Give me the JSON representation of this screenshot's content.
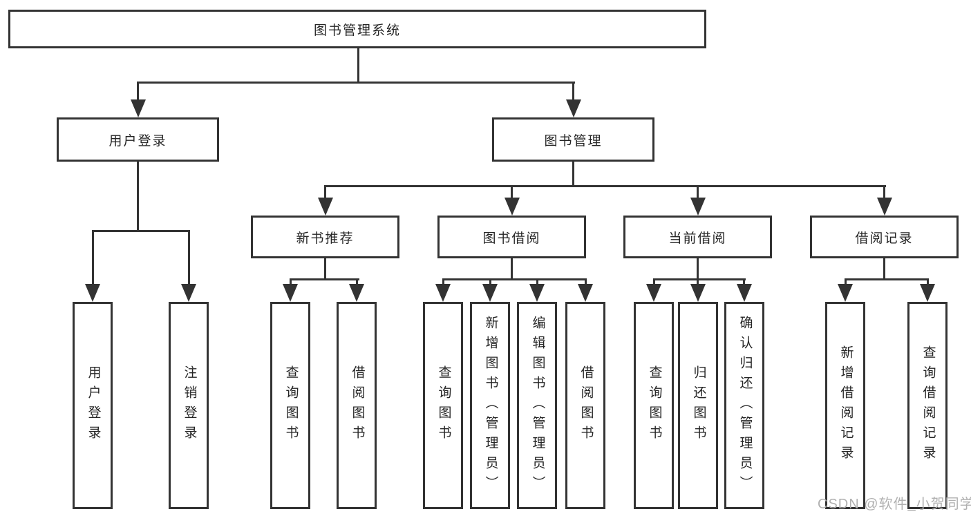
{
  "diagram": {
    "title": "图书管理系统",
    "watermark": "CSDN @软件_小贺同学",
    "colors": {
      "line": "#333333",
      "box_border": "#333333",
      "box_background": "#ffffff",
      "text": "#252525",
      "watermark": "#b0b0b0",
      "background": "#ffffff"
    },
    "tree": {
      "label": "图书管理系统",
      "children": [
        {
          "label": "用户登录",
          "children": [
            {
              "label": "用户登录"
            },
            {
              "label": "注销登录"
            }
          ]
        },
        {
          "label": "图书管理",
          "children": [
            {
              "label": "新书推荐",
              "children": [
                {
                  "label": "查询图书"
                },
                {
                  "label": "借阅图书"
                }
              ]
            },
            {
              "label": "图书借阅",
              "children": [
                {
                  "label": "查询图书"
                },
                {
                  "label": "新增图书（管理员）"
                },
                {
                  "label": "编辑图书（管理员）"
                },
                {
                  "label": "借阅图书"
                }
              ]
            },
            {
              "label": "当前借阅",
              "children": [
                {
                  "label": "查询图书"
                },
                {
                  "label": "归还图书"
                },
                {
                  "label": "确认归还（管理员）"
                }
              ]
            },
            {
              "label": "借阅记录",
              "children": [
                {
                  "label": "新增借阅记录"
                },
                {
                  "label": "查询借阅记录"
                }
              ]
            }
          ]
        }
      ]
    }
  }
}
